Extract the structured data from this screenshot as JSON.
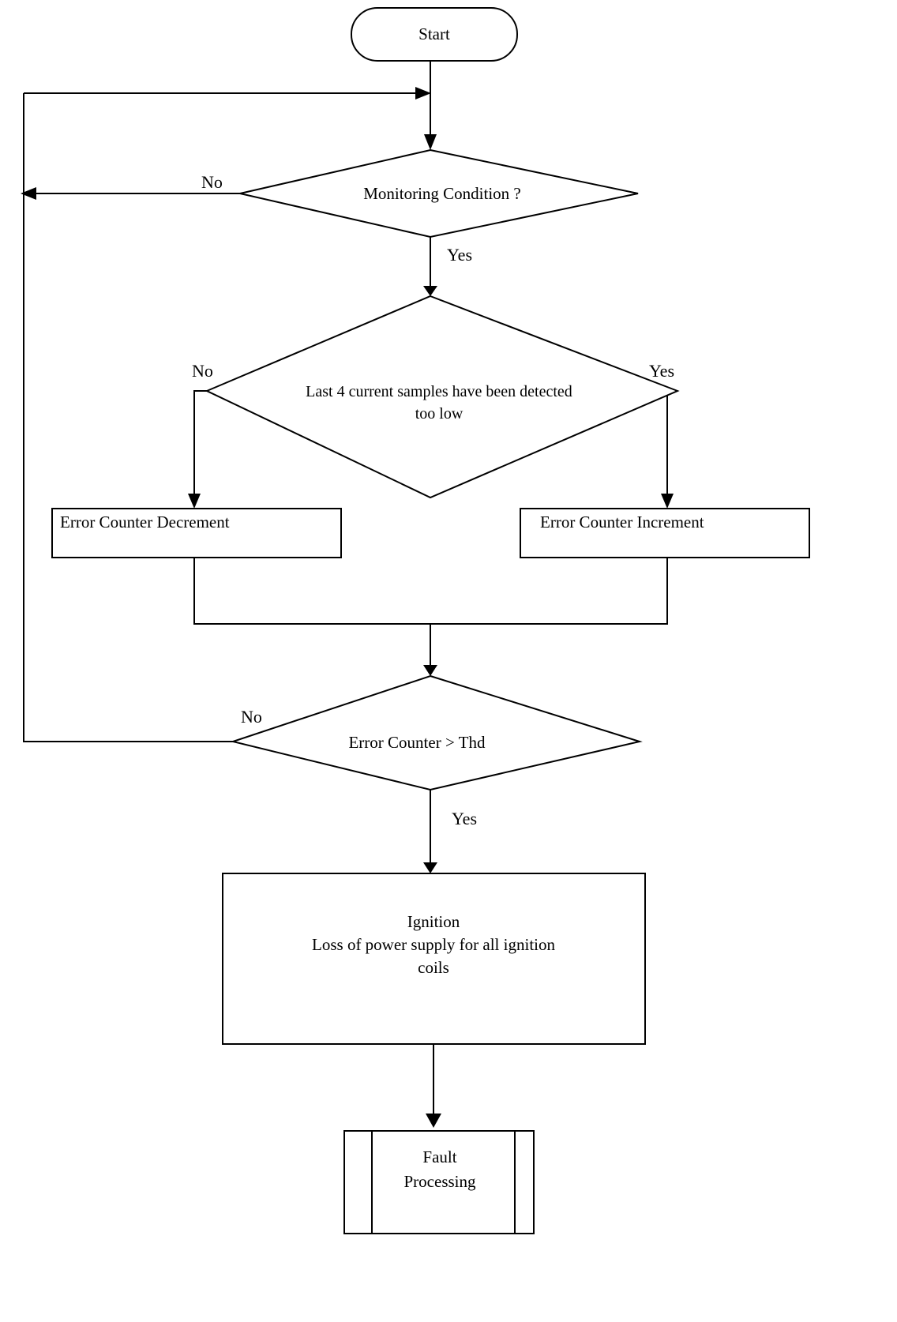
{
  "diagram": {
    "title": "Ignition current monitoring fault detection flowchart",
    "colors": {
      "stroke": "#000000",
      "fill": "#ffffff",
      "text": "#000000"
    },
    "nodes": {
      "start": {
        "label": "Start",
        "shape": "terminator"
      },
      "monitoring_condition": {
        "label": "Monitoring Condition ?",
        "shape": "decision"
      },
      "samples_too_low": {
        "label_line1": "Last 4 current samples have been detected",
        "label_line2": "too low",
        "shape": "decision"
      },
      "error_counter_decrement": {
        "label": "Error Counter Decrement",
        "shape": "process"
      },
      "error_counter_increment": {
        "label": "Error Counter Increment",
        "shape": "process"
      },
      "error_counter_threshold": {
        "label": "Error Counter >  Thd",
        "shape": "decision"
      },
      "ignition_loss": {
        "label_line1": "Ignition",
        "label_line2": "Loss of power supply for all ignition",
        "label_line3": "coils",
        "shape": "process"
      },
      "fault_processing": {
        "label_line1": "Fault",
        "label_line2": "Processing",
        "shape": "predefined-process"
      }
    },
    "branch_labels": {
      "monitoring_no": "No",
      "monitoring_yes": "Yes",
      "samples_no": "No",
      "samples_yes": "Yes",
      "threshold_no": "No",
      "threshold_yes": "Yes"
    }
  }
}
